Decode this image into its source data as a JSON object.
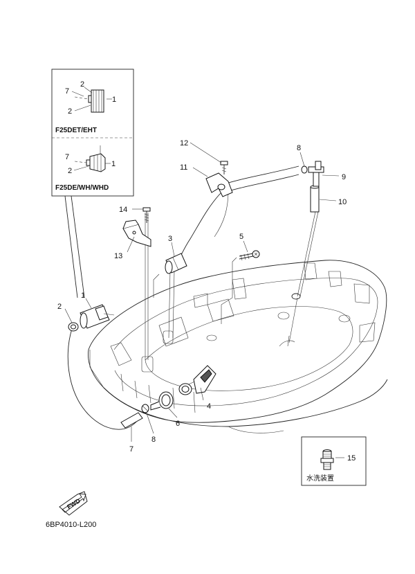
{
  "diagram_code": "6BP4010-L200",
  "fwd_label": "FWD",
  "inset_top": {
    "model": "F25DET/EHT",
    "labels": [
      "2",
      "7",
      "1",
      "2"
    ]
  },
  "inset_bottom": {
    "model": "F25DE/WH/WHD",
    "labels": [
      "7",
      "1",
      "2"
    ]
  },
  "inset_wash": {
    "caption": "水洗装置",
    "part_number": "15"
  },
  "callouts": {
    "p1": "1",
    "p2": "2",
    "p3": "3",
    "p4": "4",
    "p5": "5",
    "p6": "6",
    "p7": "7",
    "p8a": "8",
    "p8b": "8",
    "p9": "9",
    "p10": "10",
    "p11": "11",
    "p12": "12",
    "p13": "13",
    "p14": "14"
  }
}
